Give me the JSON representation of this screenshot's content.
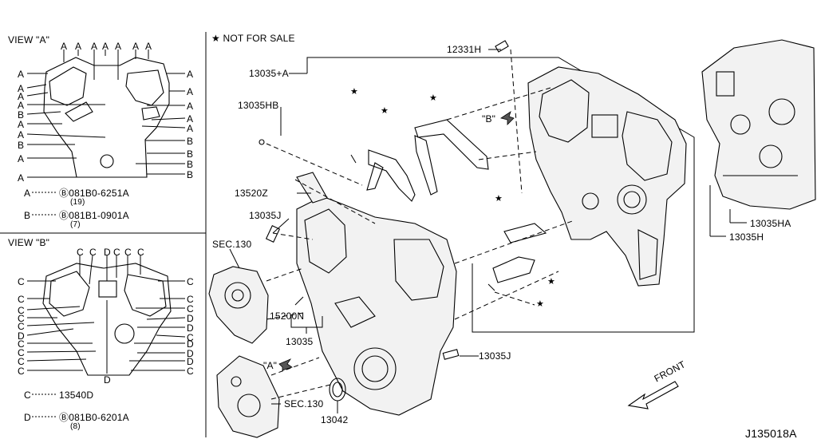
{
  "diagram_id": "J135018A",
  "legend": {
    "star_note": "★ NOT FOR SALE"
  },
  "view_a": {
    "title": "VIEW \"A\"",
    "top_letters": [
      "A",
      "A",
      "A",
      "A",
      "A",
      "A",
      "A"
    ],
    "left_letters": [
      "A",
      "A",
      "A",
      "A",
      "B",
      "A",
      "A",
      "B",
      "A"
    ],
    "right_letters": [
      "A",
      "A",
      "A",
      "A",
      "A",
      "B",
      "B",
      "B",
      "B"
    ],
    "bolt_a": {
      "letter": "A",
      "part": "Ⓑ081B0-6251A",
      "qty": "(19)"
    },
    "bolt_b": {
      "letter": "B",
      "part": "Ⓑ081B1-0901A",
      "qty": "(7)"
    }
  },
  "view_b": {
    "title": "VIEW \"B\"",
    "top_letters": [
      "C",
      "C",
      "D",
      "C",
      "C",
      "C"
    ],
    "left_letters": [
      "C",
      "C",
      "C",
      "C",
      "C",
      "D",
      "C",
      "C",
      "C",
      "C"
    ],
    "right_letters": [
      "C",
      "C",
      "C",
      "D",
      "D",
      "C",
      "D",
      "D",
      "D",
      "C"
    ],
    "bottom_letter": "D",
    "note_c": {
      "letter": "C",
      "part": "13540D"
    },
    "note_d": {
      "letter": "D",
      "part": "Ⓑ081B0-6201A",
      "qty": "(8)"
    }
  },
  "callouts": {
    "p12331h": "12331H",
    "p13035a": "13035+A",
    "p13035hb": "13035HB",
    "p13520z": "13520Z",
    "p13035j_top": "13035J",
    "sec130_top": "SEC.130",
    "p15200n": "15200N",
    "p13035": "13035",
    "p13035j_bot": "13035J",
    "sec130_bot": "SEC.130",
    "p13042": "13042",
    "p13035ha": "13035HA",
    "p13035h": "13035H",
    "front": "FRONT",
    "view_a_arrow": "\"A\"",
    "view_b_arrow": "\"B\""
  }
}
